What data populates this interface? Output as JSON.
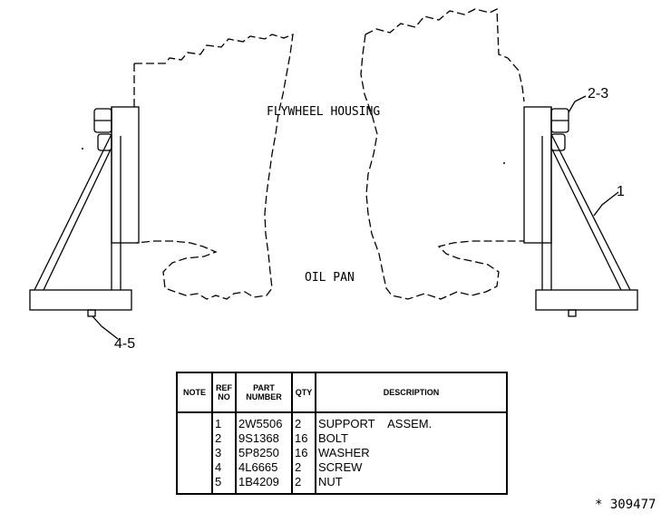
{
  "labels": {
    "flywheel_housing": "FLYWHEEL HOUSING",
    "oil_pan": "OIL PAN",
    "callout_2_3": "2-3",
    "callout_1": "1",
    "callout_4_5": "4-5"
  },
  "table": {
    "headers": {
      "note": "NOTE",
      "ref_no": [
        "REF",
        "NO"
      ],
      "part_number": [
        "PART",
        "NUMBER"
      ],
      "qty": "QTY",
      "description": "DESCRIPTION"
    },
    "rows": [
      {
        "note": "",
        "ref": "1",
        "part": "2W5506",
        "qty": "2",
        "desc": "SUPPORT    ASSEM."
      },
      {
        "note": "",
        "ref": "2",
        "part": "9S1368",
        "qty": "16",
        "desc": "BOLT"
      },
      {
        "note": "",
        "ref": "3",
        "part": "5P8250",
        "qty": "16",
        "desc": "WASHER"
      },
      {
        "note": "",
        "ref": "4",
        "part": "4L6665",
        "qty": "2",
        "desc": "SCREW"
      },
      {
        "note": "",
        "ref": "5",
        "part": "1B4209",
        "qty": "2",
        "desc": "NUT"
      }
    ]
  },
  "drawing_number": "* 309477"
}
